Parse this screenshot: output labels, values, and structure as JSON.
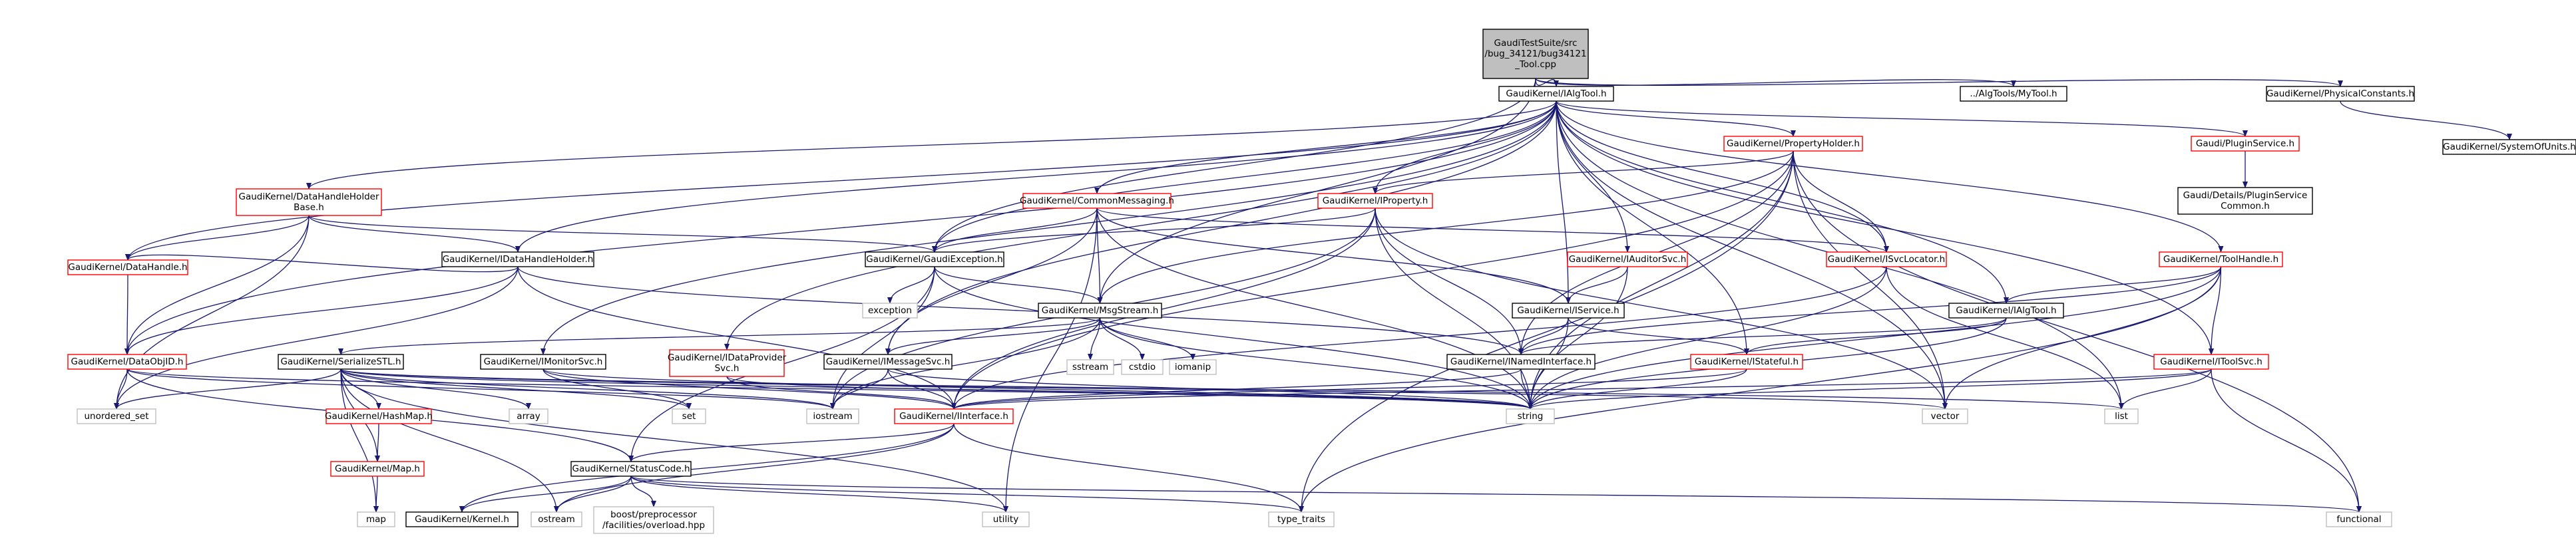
{
  "colors": {
    "edge": "#191970",
    "normal_border": "#000000",
    "normal_text": "#000000",
    "red_border": "#ff0000",
    "red_text": "#000000",
    "external_border": "#bfbfbf",
    "external_text": "#000000",
    "root_fill": "#bfbfbf"
  },
  "nodes": [
    {
      "id": "root",
      "lines": [
        "GaudiTestSuite/src",
        "/bug_34121/bug34121",
        "_Tool.cpp"
      ],
      "style": "root"
    },
    {
      "id": "IAlgTool_h",
      "lines": [
        "GaudiKernel/IAlgTool.h"
      ],
      "style": "normal"
    },
    {
      "id": "MyTool_h",
      "lines": [
        "../AlgTools/MyTool.h"
      ],
      "style": "normal"
    },
    {
      "id": "PhysConst_h",
      "lines": [
        "GaudiKernel/PhysicalConstants.h"
      ],
      "style": "normal"
    },
    {
      "id": "SysOfUnits_h",
      "lines": [
        "GaudiKernel/SystemOfUnits.h"
      ],
      "style": "normal"
    },
    {
      "id": "PropertyHolder_h",
      "lines": [
        "GaudiKernel/PropertyHolder.h"
      ],
      "style": "red"
    },
    {
      "id": "PluginService_h",
      "lines": [
        "Gaudi/PluginService.h"
      ],
      "style": "red"
    },
    {
      "id": "PluginServiceCommon_h",
      "lines": [
        "Gaudi/Details/PluginService",
        "Common.h"
      ],
      "style": "normal"
    },
    {
      "id": "DHHBase_h",
      "lines": [
        "GaudiKernel/DataHandleHolder",
        "Base.h"
      ],
      "style": "red"
    },
    {
      "id": "CommonMessaging_h",
      "lines": [
        "GaudiKernel/CommonMessaging.h"
      ],
      "style": "red"
    },
    {
      "id": "IProperty_h",
      "lines": [
        "GaudiKernel/IProperty.h"
      ],
      "style": "red"
    },
    {
      "id": "ToolHandle_h",
      "lines": [
        "GaudiKernel/ToolHandle.h"
      ],
      "style": "red"
    },
    {
      "id": "IDHH_h",
      "lines": [
        "GaudiKernel/IDataHandleHolder.h"
      ],
      "style": "normal"
    },
    {
      "id": "GaudiException_h",
      "lines": [
        "GaudiKernel/GaudiException.h"
      ],
      "style": "normal"
    },
    {
      "id": "IAuditorSvc_h",
      "lines": [
        "GaudiKernel/IAuditorSvc.h"
      ],
      "style": "red"
    },
    {
      "id": "ISvcLocator_h",
      "lines": [
        "GaudiKernel/ISvcLocator.h"
      ],
      "style": "red"
    },
    {
      "id": "DataHandle_h",
      "lines": [
        "GaudiKernel/DataHandle.h"
      ],
      "style": "red"
    },
    {
      "id": "exception",
      "lines": [
        "exception"
      ],
      "style": "external"
    },
    {
      "id": "MsgStream_h",
      "lines": [
        "GaudiKernel/MsgStream.h"
      ],
      "style": "normal"
    },
    {
      "id": "IService_h",
      "lines": [
        "GaudiKernel/IService.h"
      ],
      "style": "normal"
    },
    {
      "id": "IAlgTool2_h",
      "lines": [
        "GaudiKernel/IAlgTool.h"
      ],
      "style": "normal"
    },
    {
      "id": "DataObjID_h",
      "lines": [
        "GaudiKernel/DataObjID.h"
      ],
      "style": "red"
    },
    {
      "id": "SerializeSTL_h",
      "lines": [
        "GaudiKernel/SerializeSTL.h"
      ],
      "style": "normal"
    },
    {
      "id": "IMonitorSvc_h",
      "lines": [
        "GaudiKernel/IMonitorSvc.h"
      ],
      "style": "normal"
    },
    {
      "id": "IDataProviderSvc_h",
      "lines": [
        "GaudiKernel/IDataProvider",
        "Svc.h"
      ],
      "style": "red"
    },
    {
      "id": "IMessageSvc_h",
      "lines": [
        "GaudiKernel/IMessageSvc.h"
      ],
      "style": "normal"
    },
    {
      "id": "sstream",
      "lines": [
        "sstream"
      ],
      "style": "external"
    },
    {
      "id": "cstdio",
      "lines": [
        "cstdio"
      ],
      "style": "external"
    },
    {
      "id": "iomanip",
      "lines": [
        "iomanip"
      ],
      "style": "external"
    },
    {
      "id": "INamedInterface_h",
      "lines": [
        "GaudiKernel/INamedInterface.h"
      ],
      "style": "normal"
    },
    {
      "id": "IStateful_h",
      "lines": [
        "GaudiKernel/IStateful.h"
      ],
      "style": "red"
    },
    {
      "id": "IToolSvc_h",
      "lines": [
        "GaudiKernel/IToolSvc.h"
      ],
      "style": "red"
    },
    {
      "id": "unordered_set",
      "lines": [
        "unordered_set"
      ],
      "style": "external"
    },
    {
      "id": "HashMap_h",
      "lines": [
        "GaudiKernel/HashMap.h"
      ],
      "style": "red"
    },
    {
      "id": "array",
      "lines": [
        "array"
      ],
      "style": "external"
    },
    {
      "id": "set",
      "lines": [
        "set"
      ],
      "style": "external"
    },
    {
      "id": "iostream",
      "lines": [
        "iostream"
      ],
      "style": "external"
    },
    {
      "id": "IInterface_h",
      "lines": [
        "GaudiKernel/IInterface.h"
      ],
      "style": "red"
    },
    {
      "id": "string",
      "lines": [
        "string"
      ],
      "style": "external"
    },
    {
      "id": "vector",
      "lines": [
        "vector"
      ],
      "style": "external"
    },
    {
      "id": "list",
      "lines": [
        "list"
      ],
      "style": "external"
    },
    {
      "id": "Map_h",
      "lines": [
        "GaudiKernel/Map.h"
      ],
      "style": "red"
    },
    {
      "id": "StatusCode_h",
      "lines": [
        "GaudiKernel/StatusCode.h"
      ],
      "style": "normal"
    },
    {
      "id": "map",
      "lines": [
        "map"
      ],
      "style": "external"
    },
    {
      "id": "Kernel_h",
      "lines": [
        "GaudiKernel/Kernel.h"
      ],
      "style": "normal"
    },
    {
      "id": "ostream",
      "lines": [
        "ostream"
      ],
      "style": "external"
    },
    {
      "id": "boost_overload",
      "lines": [
        "boost/preprocessor",
        "/facilities/overload.hpp"
      ],
      "style": "external"
    },
    {
      "id": "utility",
      "lines": [
        "utility"
      ],
      "style": "external"
    },
    {
      "id": "type_traits",
      "lines": [
        "type_traits"
      ],
      "style": "external"
    },
    {
      "id": "functional",
      "lines": [
        "functional"
      ],
      "style": "external"
    }
  ],
  "edges": [
    [
      "root",
      "IAlgTool_h"
    ],
    [
      "root",
      "MyTool_h"
    ],
    [
      "root",
      "PhysConst_h"
    ],
    [
      "root",
      "GaudiException_h"
    ],
    [
      "root",
      "MsgStream_h"
    ],
    [
      "PhysConst_h",
      "SysOfUnits_h"
    ],
    [
      "IAlgTool_h",
      "PropertyHolder_h"
    ],
    [
      "IAlgTool_h",
      "PluginService_h"
    ],
    [
      "IAlgTool_h",
      "DHHBase_h"
    ],
    [
      "IAlgTool_h",
      "CommonMessaging_h"
    ],
    [
      "IAlgTool_h",
      "IProperty_h"
    ],
    [
      "IAlgTool_h",
      "ToolHandle_h"
    ],
    [
      "IAlgTool_h",
      "IDHH_h"
    ],
    [
      "IAlgTool_h",
      "GaudiException_h"
    ],
    [
      "IAlgTool_h",
      "IAuditorSvc_h"
    ],
    [
      "IAlgTool_h",
      "ISvcLocator_h"
    ],
    [
      "IAlgTool_h",
      "DataHandle_h"
    ],
    [
      "IAlgTool_h",
      "IService_h"
    ],
    [
      "IAlgTool_h",
      "IAlgTool2_h"
    ],
    [
      "IAlgTool_h",
      "DataObjID_h"
    ],
    [
      "IAlgTool_h",
      "IMonitorSvc_h"
    ],
    [
      "IAlgTool_h",
      "IDataProviderSvc_h"
    ],
    [
      "IAlgTool_h",
      "IMessageSvc_h"
    ],
    [
      "IAlgTool_h",
      "IStateful_h"
    ],
    [
      "IAlgTool_h",
      "IToolSvc_h"
    ],
    [
      "IAlgTool_h",
      "vector"
    ],
    [
      "IAlgTool_h",
      "list"
    ],
    [
      "PluginService_h",
      "PluginServiceCommon_h"
    ],
    [
      "PropertyHolder_h",
      "IProperty_h"
    ],
    [
      "PropertyHolder_h",
      "MsgStream_h"
    ],
    [
      "PropertyHolder_h",
      "ISvcLocator_h"
    ],
    [
      "PropertyHolder_h",
      "INamedInterface_h"
    ],
    [
      "PropertyHolder_h",
      "IInterface_h"
    ],
    [
      "PropertyHolder_h",
      "string"
    ],
    [
      "PropertyHolder_h",
      "vector"
    ],
    [
      "PropertyHolder_h",
      "functional"
    ],
    [
      "PropertyHolder_h",
      "type_traits"
    ],
    [
      "DHHBase_h",
      "IDHH_h"
    ],
    [
      "DHHBase_h",
      "DataHandle_h"
    ],
    [
      "DHHBase_h",
      "DataObjID_h"
    ],
    [
      "DHHBase_h",
      "GaudiException_h"
    ],
    [
      "DHHBase_h",
      "unordered_set"
    ],
    [
      "CommonMessaging_h",
      "GaudiException_h"
    ],
    [
      "CommonMessaging_h",
      "MsgStream_h"
    ],
    [
      "CommonMessaging_h",
      "IMessageSvc_h"
    ],
    [
      "CommonMessaging_h",
      "IService_h"
    ],
    [
      "CommonMessaging_h",
      "ISvcLocator_h"
    ],
    [
      "CommonMessaging_h",
      "string"
    ],
    [
      "CommonMessaging_h",
      "utility"
    ],
    [
      "IProperty_h",
      "GaudiException_h"
    ],
    [
      "IProperty_h",
      "INamedInterface_h"
    ],
    [
      "IProperty_h",
      "IInterface_h"
    ],
    [
      "IProperty_h",
      "iostream"
    ],
    [
      "IProperty_h",
      "string"
    ],
    [
      "IProperty_h",
      "vector"
    ],
    [
      "ToolHandle_h",
      "IAlgTool2_h"
    ],
    [
      "ToolHandle_h",
      "IToolSvc_h"
    ],
    [
      "ToolHandle_h",
      "INamedInterface_h"
    ],
    [
      "ToolHandle_h",
      "string"
    ],
    [
      "ToolHandle_h",
      "vector"
    ],
    [
      "ToolHandle_h",
      "type_traits"
    ],
    [
      "IDHH_h",
      "DataHandle_h"
    ],
    [
      "IDHH_h",
      "DataObjID_h"
    ],
    [
      "IDHH_h",
      "INamedInterface_h"
    ],
    [
      "IDHH_h",
      "IInterface_h"
    ],
    [
      "IDHH_h",
      "unordered_set"
    ],
    [
      "GaudiException_h",
      "exception"
    ],
    [
      "GaudiException_h",
      "MsgStream_h"
    ],
    [
      "GaudiException_h",
      "StatusCode_h"
    ],
    [
      "GaudiException_h",
      "string"
    ],
    [
      "GaudiException_h",
      "iostream"
    ],
    [
      "IAuditorSvc_h",
      "IService_h"
    ],
    [
      "IAuditorSvc_h",
      "string"
    ],
    [
      "ISvcLocator_h",
      "IInterface_h"
    ],
    [
      "ISvcLocator_h",
      "string"
    ],
    [
      "ISvcLocator_h",
      "list"
    ],
    [
      "DataHandle_h",
      "DataObjID_h"
    ],
    [
      "MsgStream_h",
      "IMessageSvc_h"
    ],
    [
      "MsgStream_h",
      "SerializeSTL_h"
    ],
    [
      "MsgStream_h",
      "sstream"
    ],
    [
      "MsgStream_h",
      "cstdio"
    ],
    [
      "MsgStream_h",
      "iomanip"
    ],
    [
      "MsgStream_h",
      "string"
    ],
    [
      "MsgStream_h",
      "iostream"
    ],
    [
      "IService_h",
      "INamedInterface_h"
    ],
    [
      "IService_h",
      "IStateful_h"
    ],
    [
      "IService_h",
      "string"
    ],
    [
      "IAlgTool2_h",
      "INamedInterface_h"
    ],
    [
      "IAlgTool2_h",
      "IStateful_h"
    ],
    [
      "IAlgTool2_h",
      "string"
    ],
    [
      "DataObjID_h",
      "StatusCode_h"
    ],
    [
      "DataObjID_h",
      "unordered_set"
    ],
    [
      "DataObjID_h",
      "iostream"
    ],
    [
      "DataObjID_h",
      "string"
    ],
    [
      "SerializeSTL_h",
      "HashMap_h"
    ],
    [
      "SerializeSTL_h",
      "Map_h"
    ],
    [
      "SerializeSTL_h",
      "array"
    ],
    [
      "SerializeSTL_h",
      "set"
    ],
    [
      "SerializeSTL_h",
      "iostream"
    ],
    [
      "SerializeSTL_h",
      "string"
    ],
    [
      "SerializeSTL_h",
      "vector"
    ],
    [
      "SerializeSTL_h",
      "list"
    ],
    [
      "SerializeSTL_h",
      "map"
    ],
    [
      "SerializeSTL_h",
      "ostream"
    ],
    [
      "SerializeSTL_h",
      "utility"
    ],
    [
      "SerializeSTL_h",
      "unordered_set"
    ],
    [
      "IMonitorSvc_h",
      "IInterface_h"
    ],
    [
      "IMonitorSvc_h",
      "set"
    ],
    [
      "IMonitorSvc_h",
      "string"
    ],
    [
      "IDataProviderSvc_h",
      "IInterface_h"
    ],
    [
      "IDataProviderSvc_h",
      "string"
    ],
    [
      "IMessageSvc_h",
      "IInterface_h"
    ],
    [
      "IMessageSvc_h",
      "iostream"
    ],
    [
      "IMessageSvc_h",
      "string"
    ],
    [
      "INamedInterface_h",
      "IInterface_h"
    ],
    [
      "INamedInterface_h",
      "string"
    ],
    [
      "IStateful_h",
      "IInterface_h"
    ],
    [
      "IStateful_h",
      "string"
    ],
    [
      "IToolSvc_h",
      "IInterface_h"
    ],
    [
      "IToolSvc_h",
      "list"
    ],
    [
      "IToolSvc_h",
      "string"
    ],
    [
      "IToolSvc_h",
      "functional"
    ],
    [
      "HashMap_h",
      "Map_h"
    ],
    [
      "Map_h",
      "map"
    ],
    [
      "IInterface_h",
      "StatusCode_h"
    ],
    [
      "IInterface_h",
      "Kernel_h"
    ],
    [
      "IInterface_h",
      "ostream"
    ],
    [
      "IInterface_h",
      "type_traits"
    ],
    [
      "StatusCode_h",
      "Kernel_h"
    ],
    [
      "StatusCode_h",
      "ostream"
    ],
    [
      "StatusCode_h",
      "boost_overload"
    ],
    [
      "StatusCode_h",
      "utility"
    ],
    [
      "StatusCode_h",
      "type_traits"
    ],
    [
      "StatusCode_h",
      "functional"
    ]
  ]
}
